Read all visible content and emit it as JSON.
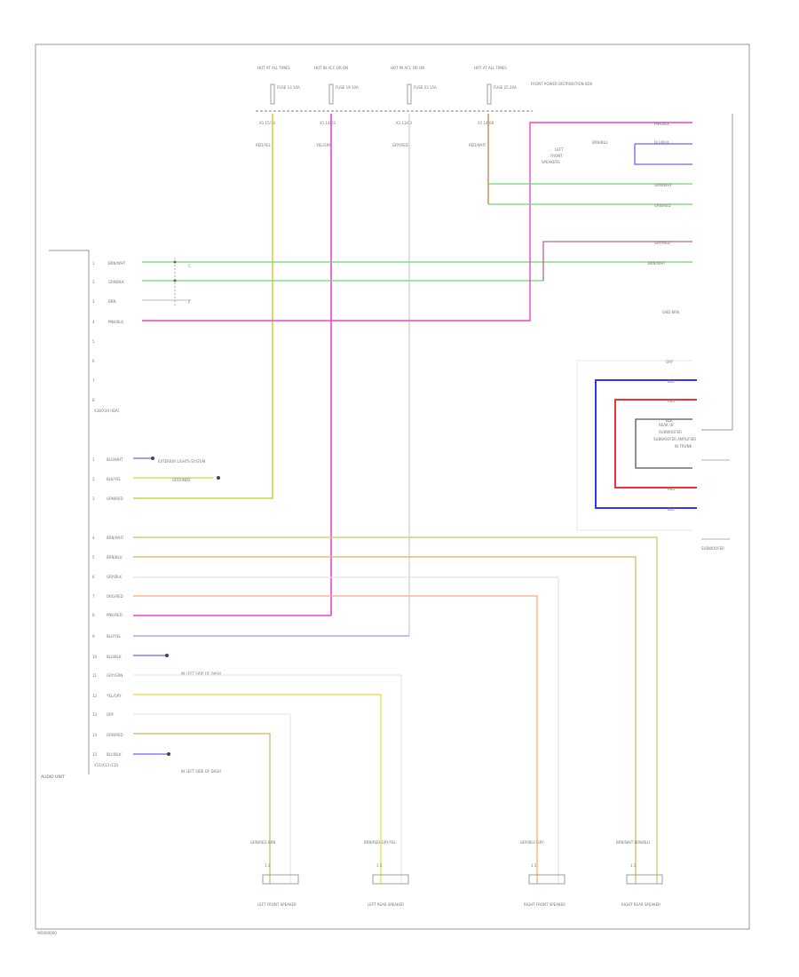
{
  "footer_code": "W0000000",
  "fuses": [
    {
      "title": "HOT AT ALL TIMES",
      "fuse": "FUSE 13 10A"
    },
    {
      "title": "HOT IN ACC OR ON",
      "fuse": "FUSE 19 10A"
    },
    {
      "title": "HOT IN ACC OR ON",
      "fuse": "FUSE 23 15A"
    },
    {
      "title": "HOT AT ALL TIMES",
      "fuse": "FUSE 25 20A"
    }
  ],
  "fuse_box_label": "FRONT POWER DISTRIBUTION BOX",
  "fuse_bus_connectors": [
    "X1 15/14",
    "X1 14/03",
    "X1 13/03",
    "X1 14/08"
  ],
  "top_wire_labels": [
    "RED/YEL",
    "YEL/GRN",
    "GRY/RED",
    "RED/WHT"
  ],
  "radio": {
    "label": "AUDIO UNIT",
    "connector_a": "X38/X39 (IDA)",
    "connector_b": "X11/X13 (CD)",
    "pins_a": [
      {
        "pin": "1",
        "wire": "BRN/WHT"
      },
      {
        "pin": "2",
        "wire": "GRN/BLK"
      },
      {
        "pin": "3",
        "wire": "BRN"
      },
      {
        "pin": "4",
        "wire": "PNK/BLK"
      },
      {
        "pin": "5",
        "wire": ""
      },
      {
        "pin": "6",
        "wire": ""
      },
      {
        "pin": "7",
        "wire": ""
      },
      {
        "pin": "8",
        "wire": ""
      }
    ],
    "pins_b": [
      {
        "pin": "1",
        "wire": "BLU/WHT"
      },
      {
        "pin": "2",
        "wire": "BLK/YEL"
      },
      {
        "pin": "3",
        "wire": "GRN/RED"
      },
      {
        "pin": "4",
        "wire": "BRN/WHT"
      },
      {
        "pin": "5",
        "wire": "BRN/BLU"
      },
      {
        "pin": "6",
        "wire": "GRY/BLK"
      },
      {
        "pin": "7",
        "wire": "ORG/RED"
      },
      {
        "pin": "8",
        "wire": "PNK/RED"
      },
      {
        "pin": "9",
        "wire": "BLU/YEL"
      },
      {
        "pin": "10",
        "wire": "BLU/BLK"
      },
      {
        "pin": "11",
        "wire": "GRY/GRN"
      },
      {
        "pin": "12",
        "wire": "YEL/GRY"
      },
      {
        "pin": "13",
        "wire": "GRY"
      },
      {
        "pin": "14",
        "wire": "GRN/RED"
      },
      {
        "pin": "15",
        "wire": "BLU/BLK"
      }
    ],
    "external_refs": [
      "EXTERIOR LIGHTS SYSTEM",
      "GROUNDS",
      "IN LEFT SIDE OF DASH",
      "IN LEFT SIDE OF DASH"
    ]
  },
  "amp": {
    "top_wires": [
      "PNK/BLK",
      "BRN/BLU",
      "BLU/BLK",
      "GRN/WHT",
      "GRN/RED",
      "GRY/RED",
      "BRN/WHT"
    ],
    "callout": [
      "LEFT",
      "FRONT",
      "SPEAKERS"
    ],
    "mid_label": "GND BRN",
    "subwoofer_side_wires": [
      "GRY",
      "BLU",
      "RED",
      "BLK",
      "RED",
      "BLU"
    ],
    "subwoofer_notes": [
      "REAR OF",
      "SUBWOOFER",
      "SUBWOOFER AMPLIFIER",
      "IN TRUNK"
    ],
    "subwoofer_label": "SUBWOOFER"
  },
  "speakers": [
    {
      "wires": "GRN/RED BRN",
      "pins": "1 2",
      "name": "LEFT FRONT SPEAKER"
    },
    {
      "wires": "BRN/RED GRY/YEL",
      "pins": "1 2",
      "name": "LEFT REAR SPEAKER"
    },
    {
      "wires": "GRY/BLU GRY",
      "pins": "1 2",
      "name": "RIGHT FRONT SPEAKER"
    },
    {
      "wires": "BRN/WHT BRN/BLU",
      "pins": "1 2",
      "name": "RIGHT REAR SPEAKER"
    }
  ]
}
